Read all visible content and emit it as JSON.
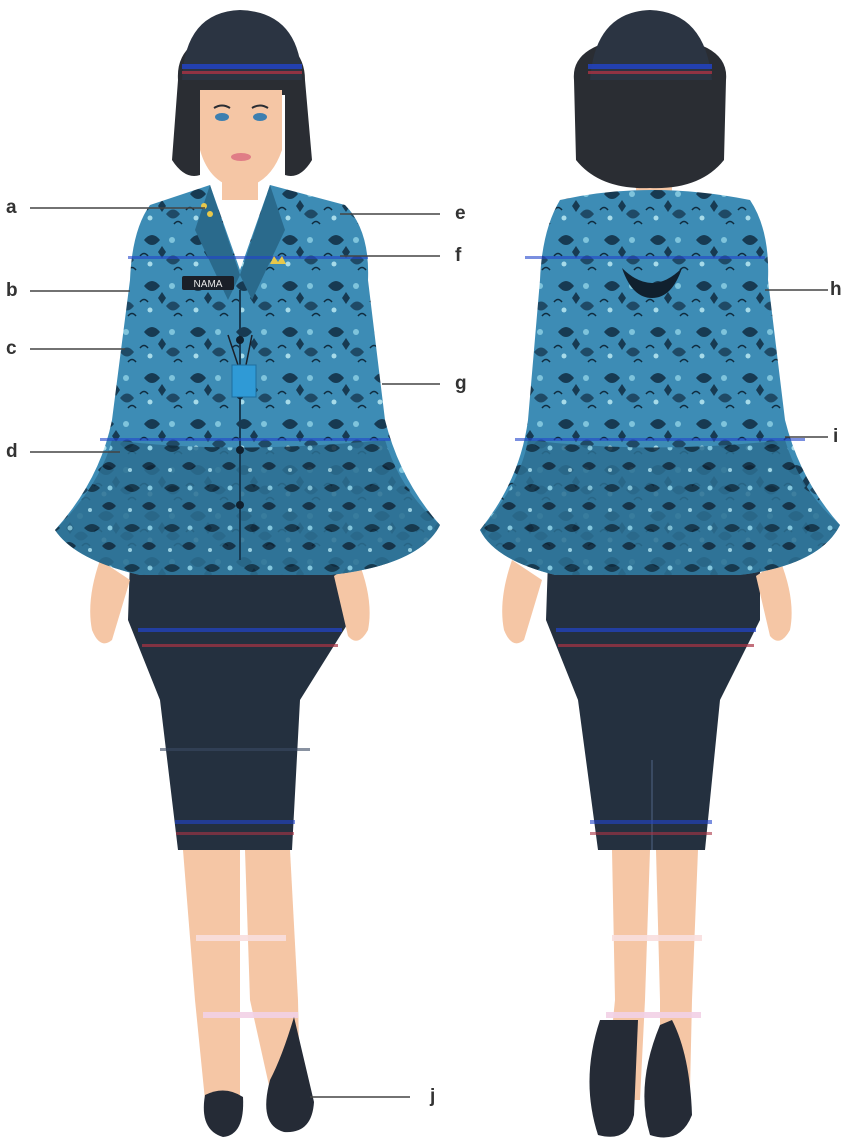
{
  "labels": {
    "a": "a",
    "b": "b",
    "c": "c",
    "d": "d",
    "e": "e",
    "f": "f",
    "g": "g",
    "h": "h",
    "i": "i",
    "j": "j"
  },
  "name_tag": "NAMA",
  "colors": {
    "batik_base": "#3d8cb5",
    "batik_dark": "#173a52",
    "batik_light": "#7fc4dc",
    "skirt": "#24303f",
    "hat": "#2b3442",
    "hair": "#2a2d33",
    "skin": "#f5c6a5",
    "leader_line": "#444444",
    "id_card": "#2f9ad6",
    "stripe_blue": "#2244cc",
    "stripe_red": "#aa3344"
  }
}
